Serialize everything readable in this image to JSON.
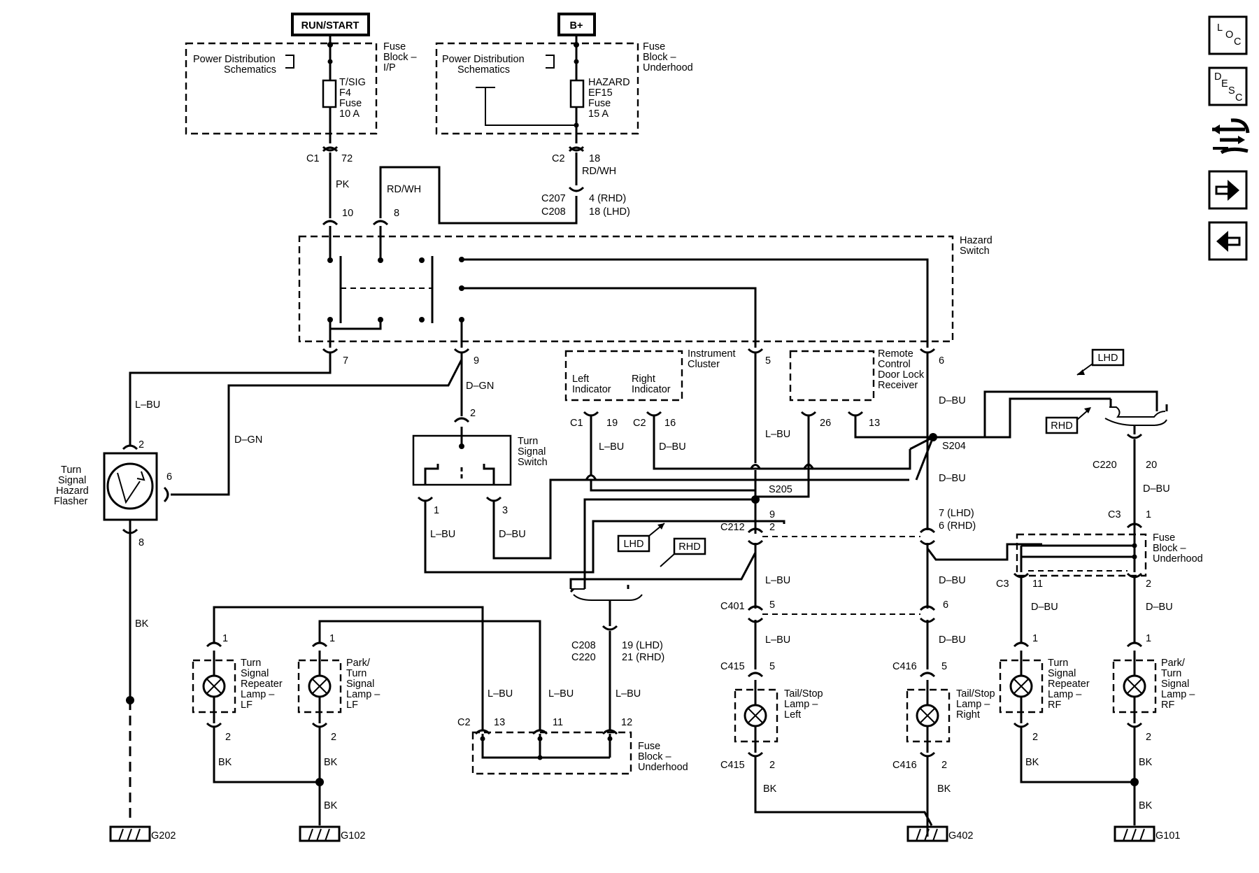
{
  "sources": {
    "run_start": "RUN/START",
    "b_plus": "B+"
  },
  "fuse_ip": {
    "schematic_ref": [
      "Power Distribution",
      "Schematics"
    ],
    "block_label": [
      "Fuse",
      "Block –",
      "I/P"
    ],
    "fuse": [
      "T/SIG",
      "F4",
      "Fuse",
      "10 A"
    ]
  },
  "fuse_uh": {
    "schematic_ref": [
      "Power Distribution",
      "Schematics"
    ],
    "block_label": [
      "Fuse",
      "Block –",
      "Underhood"
    ],
    "fuse": [
      "HAZARD",
      "EF15",
      "Fuse",
      "15 A"
    ]
  },
  "top_wiring": {
    "c1": "C1",
    "c1_pin": "72",
    "pk": "PK",
    "c2": "C2",
    "c2_pin": "18",
    "rdwh_a": "RD/WH",
    "rdwh_b": "RD/WH",
    "c207": "C207",
    "c208": "C208",
    "pin_rhd": "4 (RHD)",
    "pin_lhd": "18 (LHD)",
    "hz_pin10": "10",
    "hz_pin8": "8"
  },
  "hazard_switch": {
    "label": [
      "Hazard",
      "Switch"
    ],
    "pins": [
      "7",
      "9",
      "5",
      "6"
    ]
  },
  "flasher": {
    "label": [
      "Turn",
      "Signal",
      "Hazard",
      "Flasher"
    ],
    "pin2": "2",
    "pin6": "6",
    "pin8": "8",
    "wire_lbu": "L–BU",
    "wire_dgn": "D–GN",
    "wire_bk": "BK",
    "wire_dgn2": "D–GN"
  },
  "turn_switch": {
    "label": [
      "Turn",
      "Signal",
      "Switch"
    ],
    "pin2": "2",
    "pin1": "1",
    "pin3": "3",
    "wire_lbu": "L–BU",
    "wire_dbu": "D–BU"
  },
  "cluster": {
    "label": [
      "Instrument",
      "Cluster"
    ],
    "left": [
      "Left",
      "Indicator"
    ],
    "right": [
      "Right",
      "Indicator"
    ],
    "c1": "C1",
    "c1_pin": "19",
    "c2": "C2",
    "c2_pin": "16",
    "wire_lbu": "L–BU",
    "wire_dbu": "D–BU"
  },
  "rcdl": {
    "label": [
      "Remote",
      "Control",
      "Door Lock",
      "Receiver"
    ],
    "pin26": "26",
    "pin13": "13"
  },
  "splices": {
    "s204": "S204",
    "s205": "S205"
  },
  "center": {
    "wire_lbu1": "L–BU",
    "wire_dbu1": "D–BU",
    "wire_dbu2": "D–BU",
    "c212": "C212",
    "c212_p9": "9",
    "c212_p2": "2",
    "right_pin_lhd": "7 (LHD)",
    "right_pin_rhd": "6 (RHD)",
    "wire_lbu2": "L–BU",
    "wire_dbu3": "D–BU",
    "c401": "C401",
    "c401_p5": "5",
    "c401_p6": "6",
    "wire_lbu3": "L–BU",
    "wire_dbu4": "D–BU",
    "c415a": "C415",
    "c415a_p": "5",
    "c416a": "C416",
    "c416a_p": "5",
    "tail_left": [
      "Tail/Stop",
      "Lamp –",
      "Left"
    ],
    "tail_right": [
      "Tail/Stop",
      "Lamp –",
      "Right"
    ],
    "c415b": "C415",
    "c415b_p": "2",
    "c416b": "C416",
    "c416b_p": "2",
    "wire_bk1": "BK",
    "wire_bk2": "BK",
    "g402": "G402"
  },
  "option_tags": {
    "lhd_left": "LHD",
    "rhd_left": "RHD",
    "lhd_right": "LHD",
    "rhd_right": "RHD"
  },
  "left_bottom": {
    "c208": "C208",
    "c220": "C220",
    "pin_lhd": "19 (LHD)",
    "pin_rhd": "21 (RHD)",
    "lamp_lf_rep": [
      "Turn",
      "Signal",
      "Repeater",
      "Lamp –",
      "LF"
    ],
    "lamp_lf_park": [
      "Park/",
      "Turn",
      "Signal",
      "Lamp –",
      "LF"
    ],
    "p1a": "1",
    "p2a": "2",
    "p1b": "1",
    "p2b": "2",
    "bk_a": "BK",
    "bk_b": "BK",
    "bk_c": "BK",
    "wire_lbu_a": "L–BU",
    "wire_lbu_b": "L–BU",
    "wire_lbu_c": "L–BU",
    "c2": "C2",
    "c2_p13": "13",
    "c2_p11": "11",
    "c2_p12": "12",
    "fuse_block": [
      "Fuse",
      "Block –",
      "Underhood"
    ],
    "g202": "G202",
    "g102": "G102"
  },
  "right_bottom": {
    "c220": "C220",
    "c220_p": "20",
    "wire_dbu": "D–BU",
    "c3": "C3",
    "c3_p1": "1",
    "fuse_block": [
      "Fuse",
      "Block –",
      "Underhood"
    ],
    "c3b": "C3",
    "c3_p11": "11",
    "c3_p2": "2",
    "wire_dbu_a": "D–BU",
    "wire_dbu_b": "D–BU",
    "p1a": "1",
    "p1b": "1",
    "p2a": "2",
    "p2b": "2",
    "lamp_rf_rep": [
      "Turn",
      "Signal",
      "Repeater",
      "Lamp –",
      "RF"
    ],
    "lamp_rf_park": [
      "Park/",
      "Turn",
      "Signal",
      "Lamp –",
      "RF"
    ],
    "bk_a": "BK",
    "bk_b": "BK",
    "bk_c": "BK",
    "g101": "G101"
  },
  "nav": {
    "loc": {
      "l": "L",
      "o": "O",
      "c": "C"
    },
    "desc": {
      "d": "D",
      "e": "E",
      "s": "S",
      "c": "C"
    },
    "icons": [
      "location-icon",
      "description-icon",
      "connector-icon",
      "next-arrow-icon",
      "previous-arrow-icon"
    ]
  }
}
